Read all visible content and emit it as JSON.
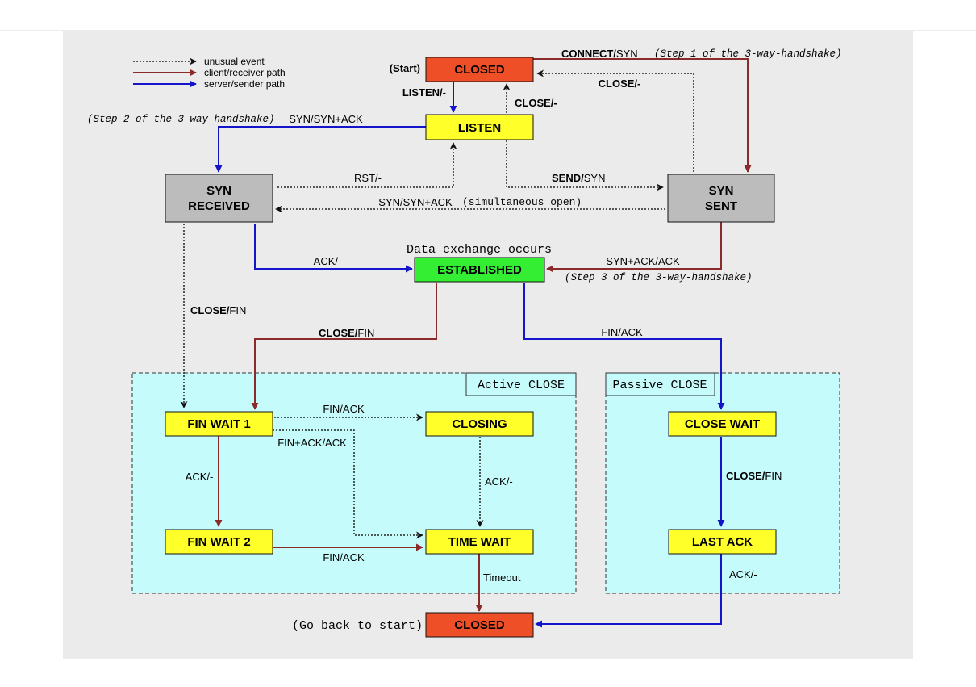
{
  "legend": {
    "unusual": "unusual event",
    "client": "client/receiver path",
    "server": "server/sender path"
  },
  "colors": {
    "client_path": "#8b2a2a",
    "server_path": "#1414c8",
    "unusual_path": "#222222",
    "closed_fill": "#ef4f26",
    "listen_fill": "#ffff2a",
    "syn_fill": "#bcbcbc",
    "established_fill": "#33ee33",
    "region_fill": "#c6fbfb"
  },
  "states": {
    "closed_top": "CLOSED",
    "listen": "LISTEN",
    "syn_received_l1": "SYN",
    "syn_received_l2": "RECEIVED",
    "syn_sent_l1": "SYN",
    "syn_sent_l2": "SENT",
    "established": "ESTABLISHED",
    "fin_wait_1": "FIN WAIT 1",
    "closing": "CLOSING",
    "fin_wait_2": "FIN WAIT 2",
    "time_wait": "TIME WAIT",
    "close_wait": "CLOSE WAIT",
    "last_ack": "LAST ACK",
    "closed_bottom": "CLOSED"
  },
  "regions": {
    "active": "Active CLOSE",
    "passive": "Passive CLOSE"
  },
  "labels": {
    "start": "(Start)",
    "go_back": "(Go back to start)",
    "data_exchange": "Data exchange occurs",
    "connect_b": "CONNECT/",
    "connect_r": "SYN",
    "step1": "(Step 1 of the 3-way-handshake)",
    "step2": "(Step 2 of the 3-way-handshake)",
    "step3": "(Step 3 of the 3-way-handshake)",
    "close_to_closed": "CLOSE/-",
    "listen_arrow": "LISTEN/-",
    "close_from_listen": "CLOSE/-",
    "synsynack_top": "SYN/SYN+ACK",
    "rst": "RST/-",
    "send_b": "SEND/",
    "send_r": "SYN",
    "synsynack_mid": "SYN/SYN+ACK",
    "simultaneous": "(simultaneous open)",
    "ack_est": "ACK/-",
    "synack_ack": "SYN+ACK/ACK",
    "close_fin_left_b": "CLOSE/",
    "close_fin_left_r": "FIN",
    "close_fin_est_b": "CLOSE/",
    "close_fin_est_r": "FIN",
    "fin_ack_est": "FIN/ACK",
    "fin_ack_closing": "FIN/ACK",
    "fin_ack_ack": "FIN+ACK/ACK",
    "ack_fw1": "ACK/-",
    "ack_closing": "ACK/-",
    "fin_ack_fw2": "FIN/ACK",
    "timeout": "Timeout",
    "close_fin_cw_b": "CLOSE/",
    "close_fin_cw_r": "FIN",
    "ack_lastack": "ACK/-"
  }
}
